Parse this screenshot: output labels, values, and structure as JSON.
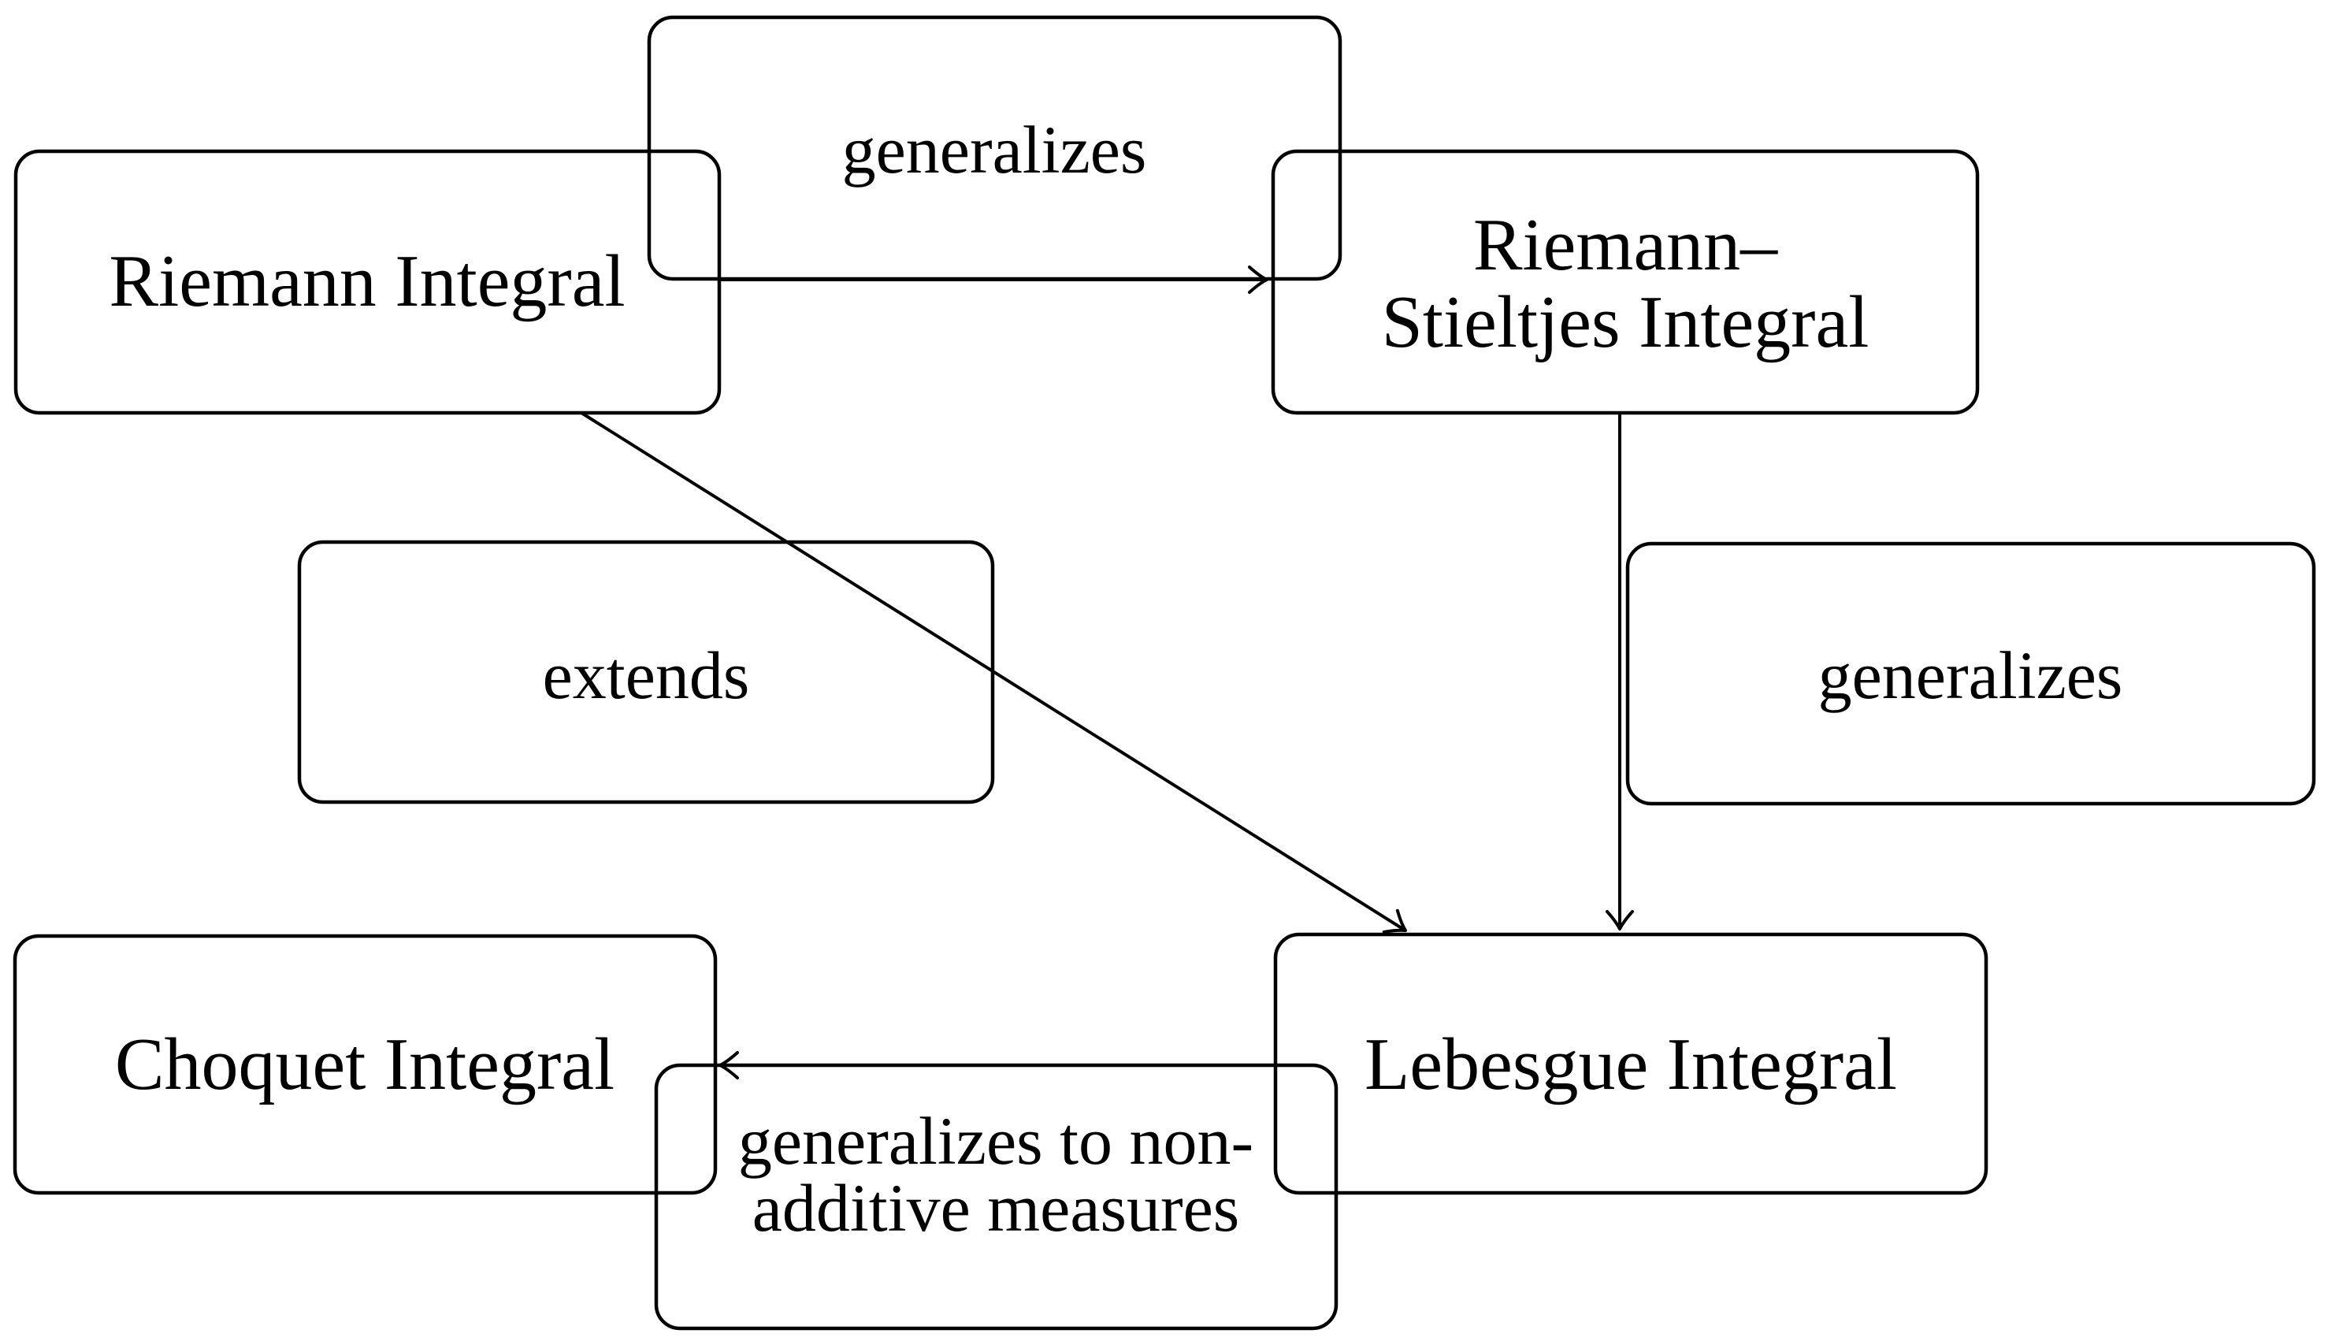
{
  "diagram": {
    "type": "concept-graph",
    "nodes": {
      "riemann": {
        "label": "Riemann Integral"
      },
      "riemann_stieltjes": {
        "line1": "Riemann–",
        "line2": "Stieltjes Integral"
      },
      "choquet": {
        "label": "Choquet Integral"
      },
      "lebesgue": {
        "label": "Lebesgue Integral"
      }
    },
    "edges": {
      "riemann_to_stieltjes": {
        "label": "generalizes",
        "from": "Riemann Integral",
        "to": "Riemann–Stieltjes Integral"
      },
      "riemann_to_lebesgue": {
        "label": "extends",
        "from": "Riemann Integral",
        "to": "Lebesgue Integral"
      },
      "stieltjes_to_lebesgue": {
        "label": "generalizes",
        "from": "Riemann–Stieltjes Integral",
        "to": "Lebesgue Integral"
      },
      "lebesgue_to_choquet": {
        "line1": "generalizes to non-",
        "line2": "additive measures",
        "from": "Lebesgue Integral",
        "to": "Choquet Integral"
      }
    },
    "colors": {
      "line": "#000000",
      "background": "#ffffff"
    }
  }
}
